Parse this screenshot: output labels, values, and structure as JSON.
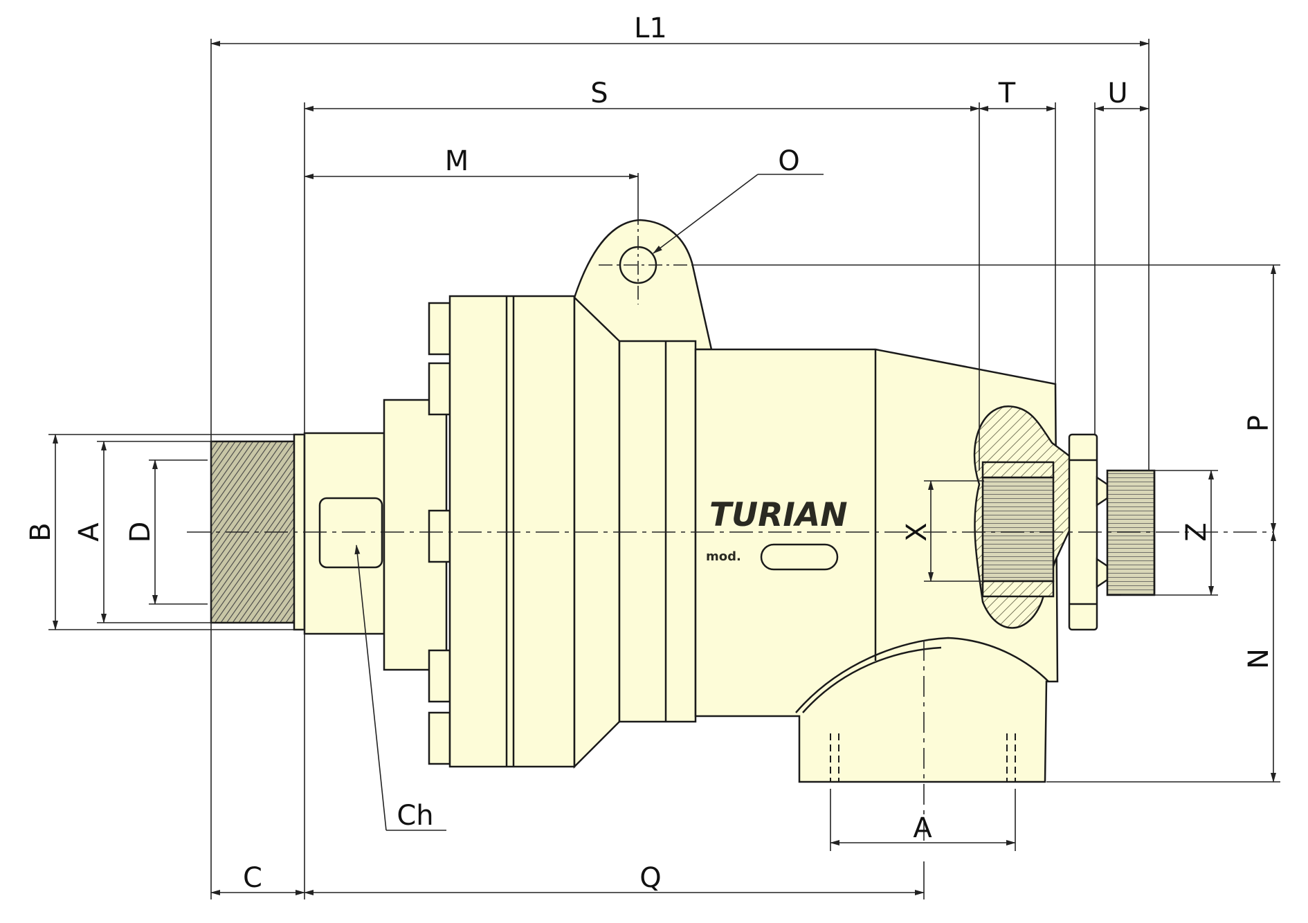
{
  "drawing": {
    "brand": "TURIAN",
    "model_prefix": "mod.",
    "colors": {
      "body_fill": "#fdfcd8",
      "outline": "#1a1a1a",
      "dimension_line": "#222222",
      "section_hatch": "#6b6a4f"
    },
    "labels": {
      "L1": "L1",
      "S": "S",
      "T": "T",
      "U": "U",
      "M": "M",
      "O": "O",
      "B": "B",
      "A_left": "A",
      "D": "D",
      "X": "X",
      "Z": "Z",
      "P": "P",
      "N": "N",
      "Ch": "Ch",
      "A_bottom": "A",
      "C": "C",
      "Q": "Q"
    }
  }
}
